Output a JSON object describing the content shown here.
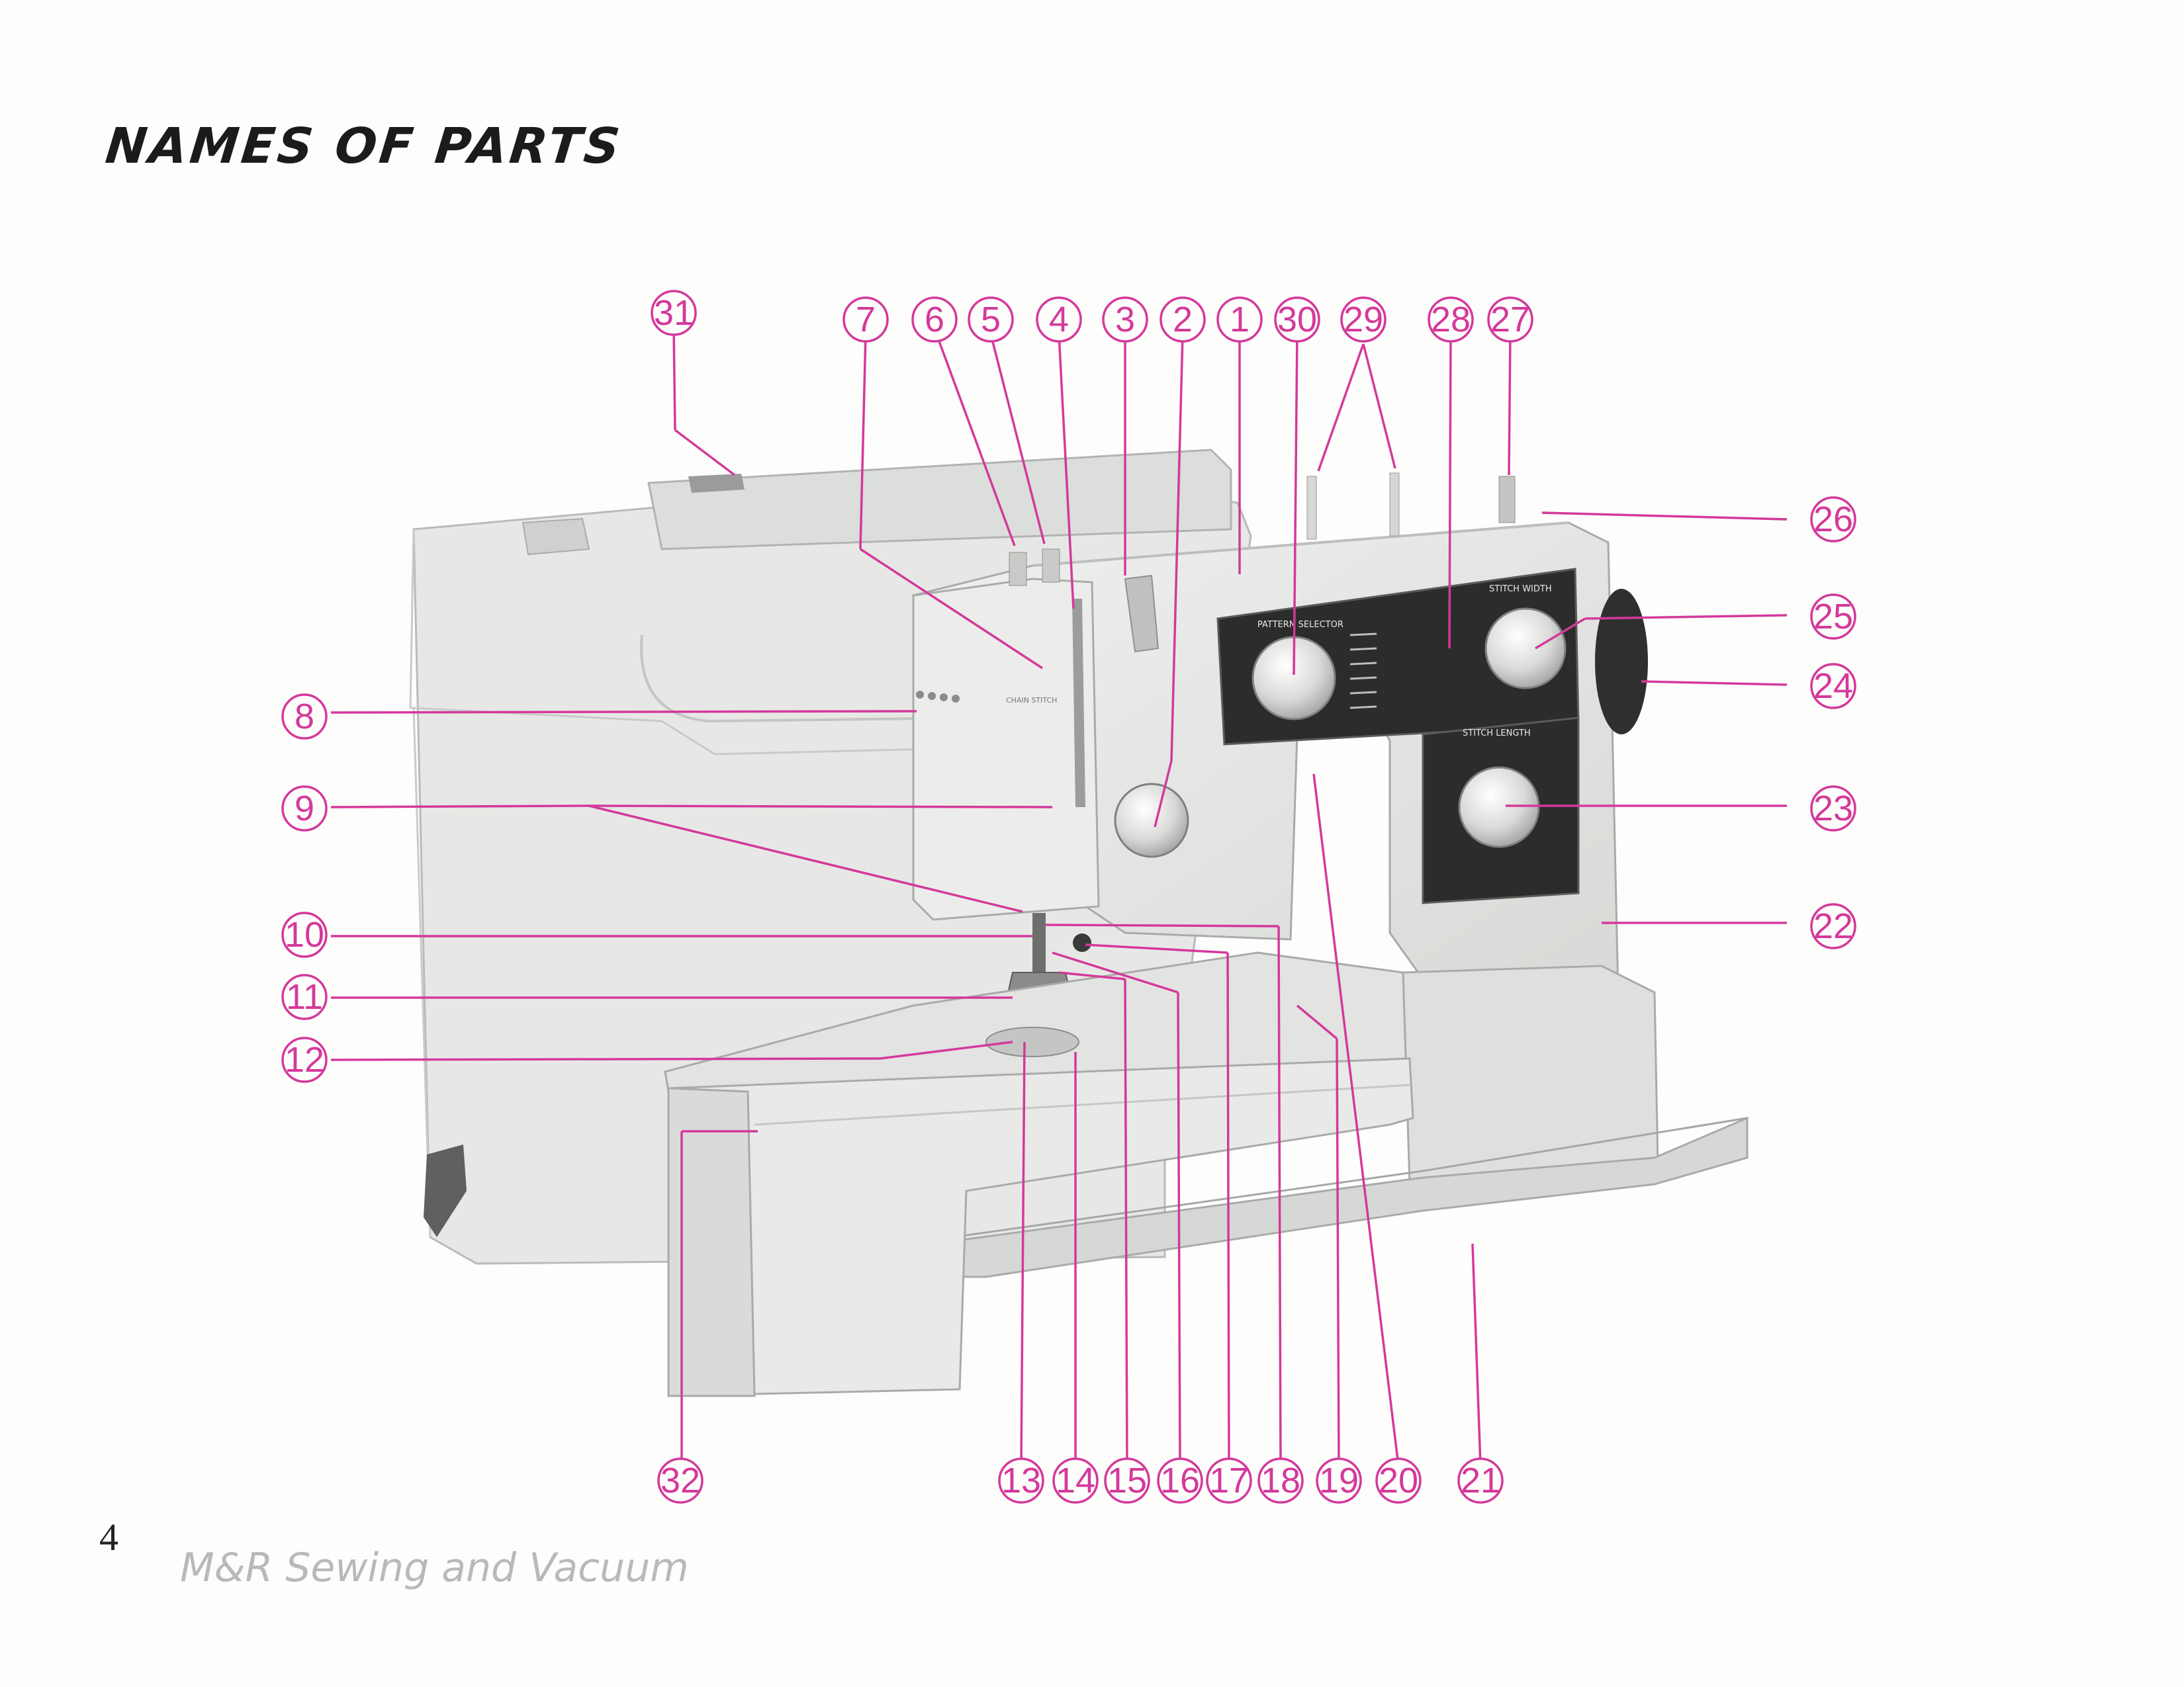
{
  "page": {
    "title": "NAMES OF PARTS",
    "page_number": "4",
    "watermark": "M&R Sewing and Vacuum"
  },
  "diagram": {
    "subject_icon": "sewing-machine-illustration",
    "callout_color": "#d4399b",
    "machine_panel_text": {
      "pattern_selector": "PATTERN SELECTOR",
      "stitch_width": "STITCH WIDTH",
      "stitch_length": "STITCH LENGTH",
      "chain_stitch": "CHAIN STITCH"
    },
    "callouts": {
      "c1": "1",
      "c2": "2",
      "c3": "3",
      "c4": "4",
      "c5": "5",
      "c6": "6",
      "c7": "7",
      "c8": "8",
      "c9": "9",
      "c10": "10",
      "c11": "11",
      "c12": "12",
      "c13": "13",
      "c14": "14",
      "c15": "15",
      "c16": "16",
      "c17": "17",
      "c18": "18",
      "c19": "19",
      "c20": "20",
      "c21": "21",
      "c22": "22",
      "c23": "23",
      "c24": "24",
      "c25": "25",
      "c26": "26",
      "c27": "27",
      "c28": "28",
      "c29": "29",
      "c30": "30",
      "c31": "31",
      "c32": "32"
    }
  }
}
